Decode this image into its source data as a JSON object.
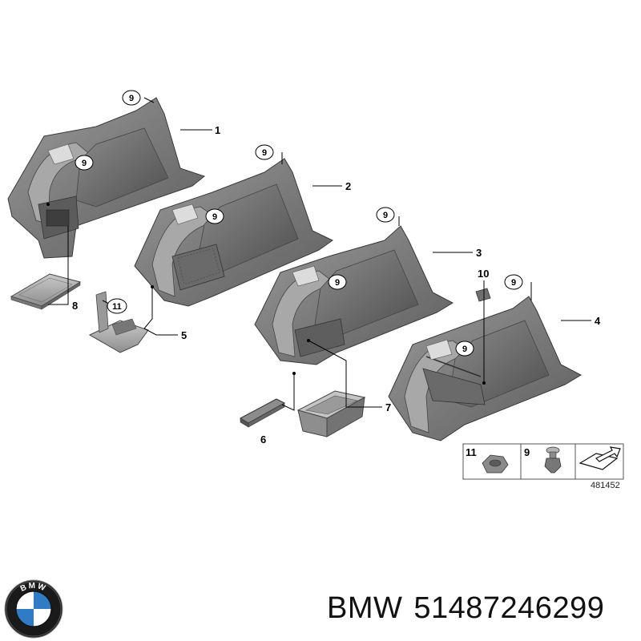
{
  "diagram": {
    "callouts": {
      "c1": "1",
      "c2": "2",
      "c3": "3",
      "c4": "4",
      "c5": "5",
      "c6": "6",
      "c7": "7",
      "c8": "8",
      "c10": "10",
      "c11": "11"
    },
    "clip_label": "9",
    "legend": {
      "nut_number": "11",
      "clip_number": "9"
    },
    "reference_number": "481452"
  },
  "footer": {
    "brand": "BMW",
    "part_number": "51487246299",
    "logo_letters": "BMW",
    "logo_colors": {
      "ring": "#1a1a1a",
      "blue": "#2f7cc4",
      "white": "#ffffff",
      "letters": "#ffffff"
    }
  }
}
